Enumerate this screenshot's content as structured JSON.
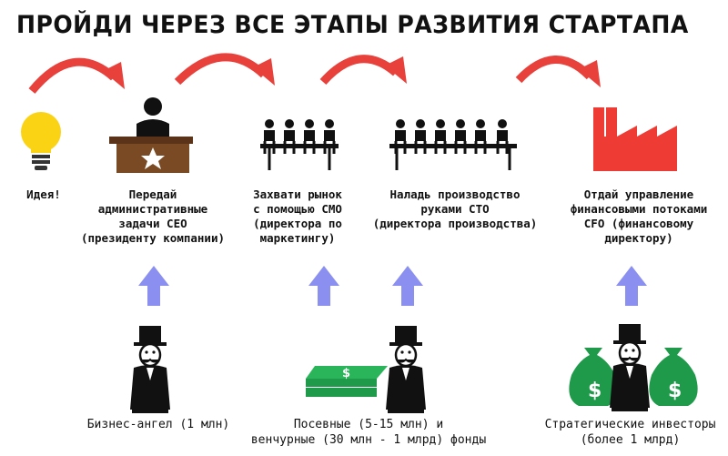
{
  "title": "ПРОЙДИ ЧЕРЕЗ ВСЕ ЭТАПЫ РАЗВИТИЯ СТАРТАПА",
  "colors": {
    "arrow_red": "#e8403a",
    "arrow_blue": "#8a8ff0",
    "bulb": "#fbd315",
    "desk": "#7a4a24",
    "factory": "#ee3b33",
    "money": "#1e9a4a",
    "ink": "#111111"
  },
  "stages": [
    {
      "id": "idea",
      "icon": "lightbulb-icon",
      "lines": [
        "Идея!"
      ]
    },
    {
      "id": "ceo",
      "icon": "desk-boss-icon",
      "lines": [
        "Передай",
        "административные",
        "задачи CEO",
        "(президенту компании)"
      ]
    },
    {
      "id": "cmo",
      "icon": "meeting-small-icon",
      "lines": [
        "Захвати рынок",
        "с помощью CMO",
        "(директора по",
        "маркетингу)"
      ]
    },
    {
      "id": "cto",
      "icon": "meeting-large-icon",
      "lines": [
        "Наладь производство",
        "руками CTO",
        "(директора производства)"
      ]
    },
    {
      "id": "cfo",
      "icon": "factory-icon",
      "lines": [
        "Отдай управление",
        "финансовыми потоками",
        "CFO (финансовому",
        "директору)"
      ]
    }
  ],
  "investors": [
    {
      "id": "angel",
      "icon": "tycoon-icon",
      "lines": [
        "Бизнес-ангел (1 млн)"
      ]
    },
    {
      "id": "vc",
      "icon": "tycoon-cash-icon",
      "lines": [
        "Посевные (5-15 млн) и",
        "венчурные (30 млн - 1 млрд) фонды"
      ]
    },
    {
      "id": "strategic",
      "icon": "tycoon-moneybags-icon",
      "lines": [
        "Стратегические инвесторы",
        "(более 1 млрд)"
      ]
    }
  ]
}
